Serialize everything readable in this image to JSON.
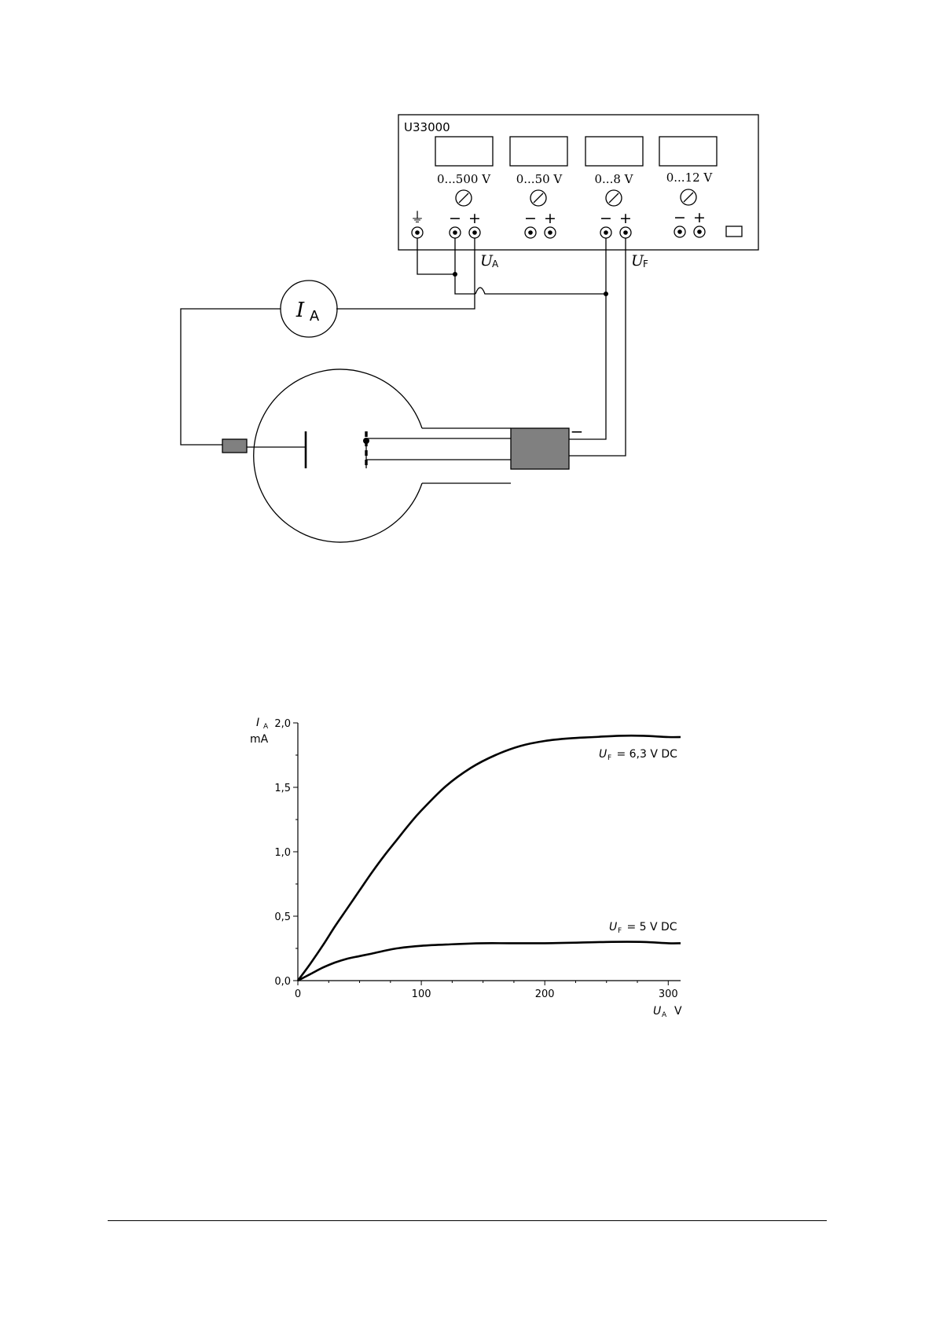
{
  "supply": {
    "model": "U33000",
    "ranges": [
      "0...500 V",
      "0...50 V",
      "0...8 V",
      "0...12 V"
    ],
    "sign_minus": "−",
    "sign_plus": "+",
    "ground_symbol": "⏚"
  },
  "circuit": {
    "ua_main": "U",
    "ua_sub": "A",
    "uf_main": "U",
    "uf_sub": "F",
    "ammeter_main": "I",
    "ammeter_sub": "A",
    "minus_label": "−"
  },
  "chart_data": {
    "type": "line",
    "ylabel_main": "I",
    "ylabel_sub": "A",
    "ylabel_unit": "mA",
    "xlabel_main": "U",
    "xlabel_sub": "A",
    "xlabel_unit": "V",
    "xlim": [
      0,
      310
    ],
    "ylim": [
      0,
      2.0
    ],
    "xticks": [
      0,
      100,
      200,
      300
    ],
    "xtick_labels": [
      "0",
      "100",
      "200",
      "300"
    ],
    "yticks": [
      0,
      0.5,
      1.0,
      1.5,
      2.0
    ],
    "ytick_labels": [
      "0,0",
      "0,5",
      "1,0",
      "1,5",
      "2,0"
    ],
    "series": [
      {
        "name": "U_F = 6,3 V DC",
        "label_main": "U",
        "label_sub": "F",
        "label_rest": " = 6,3 V DC",
        "x": [
          0,
          10,
          20,
          30,
          40,
          50,
          60,
          70,
          80,
          90,
          100,
          120,
          140,
          160,
          180,
          200,
          220,
          240,
          260,
          280,
          300,
          310
        ],
        "y": [
          0,
          0.13,
          0.27,
          0.42,
          0.56,
          0.7,
          0.84,
          0.97,
          1.09,
          1.21,
          1.32,
          1.51,
          1.65,
          1.75,
          1.82,
          1.86,
          1.88,
          1.89,
          1.9,
          1.9,
          1.89,
          1.89
        ]
      },
      {
        "name": "U_F = 5 V DC",
        "label_main": "U",
        "label_sub": "F",
        "label_rest": " = 5 V DC",
        "x": [
          0,
          10,
          20,
          30,
          40,
          50,
          60,
          80,
          100,
          120,
          150,
          200,
          250,
          280,
          300,
          310
        ],
        "y": [
          0,
          0.05,
          0.1,
          0.14,
          0.17,
          0.19,
          0.21,
          0.25,
          0.27,
          0.28,
          0.29,
          0.29,
          0.3,
          0.3,
          0.29,
          0.29
        ]
      }
    ]
  }
}
